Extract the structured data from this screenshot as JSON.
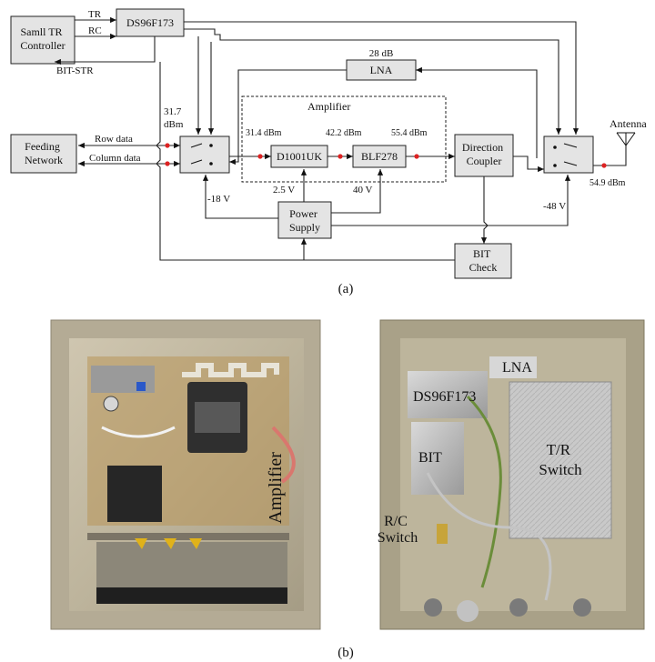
{
  "diagram": {
    "blocks": {
      "controller": "Samll TR Controller",
      "ds96": "DS96F173",
      "lna": "LNA",
      "feeding": "Feeding Network",
      "d1001": "D1001UK",
      "blf278": "BLF278",
      "coupler": "Direction Coupler",
      "power": "Power Supply",
      "bit_check": "BIT Check"
    },
    "signals": {
      "tr": "TR",
      "rc": "RC",
      "bit_str": "BIT-STR",
      "row": "Row data",
      "column": "Column data",
      "lna_gain": "28 dB",
      "amplifier": "Amplifier",
      "p_in": "31.7 dBm",
      "p1": "31.4 dBm",
      "p2": "42.2 dBm",
      "p3": "55.4 dBm",
      "p_ant": "54.9 dBm",
      "antenna": "Antenna",
      "v_neg1": "-18 V",
      "v_neg2": "-48 V",
      "v_25": "2.5 V",
      "v_40": "40 V"
    },
    "caption_a": "(a)"
  },
  "photos": {
    "left_labels": {
      "amplifier": "Amplifier"
    },
    "right_labels": {
      "lna": "LNA",
      "ds96": "DS96F173",
      "bit": "BIT",
      "tr_switch": "T/R Switch",
      "rc_switch": "R/C Switch"
    },
    "caption_b": "(b)"
  }
}
